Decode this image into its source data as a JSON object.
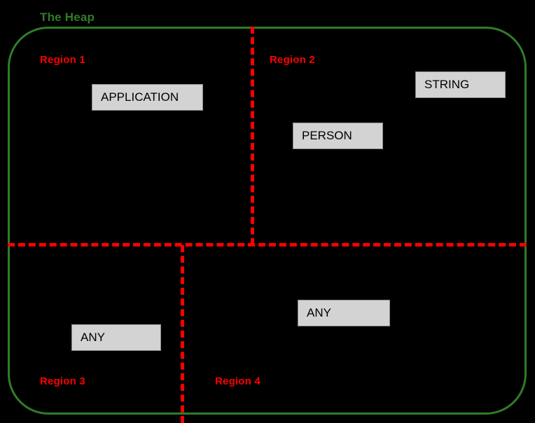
{
  "diagram": {
    "title": "The Heap",
    "background_color": "#000000",
    "heap_border_color": "#2f7d27",
    "partition_color": "#ff0000",
    "object_fill_color": "#d3d3d3",
    "regions": [
      {
        "id": "region-1",
        "label": "Region 1"
      },
      {
        "id": "region-2",
        "label": "Region 2"
      },
      {
        "id": "region-3",
        "label": "Region 3"
      },
      {
        "id": "region-4",
        "label": "Region 4"
      }
    ],
    "objects": [
      {
        "id": "application",
        "label": "APPLICATION",
        "region": "Region 1"
      },
      {
        "id": "string",
        "label": "STRING",
        "region": "Region 2"
      },
      {
        "id": "person",
        "label": "PERSON",
        "region": "Region 2"
      },
      {
        "id": "any-r3",
        "label": "ANY",
        "region": "Region 3"
      },
      {
        "id": "any-r4",
        "label": "ANY",
        "region": "Region 4"
      }
    ]
  }
}
